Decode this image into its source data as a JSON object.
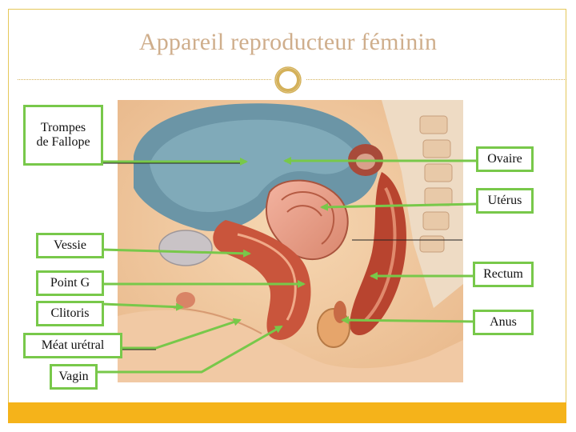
{
  "slide": {
    "title": "Appareil reproducteur féminin"
  },
  "labels": {
    "trompes": "Trompes\nde Fallope",
    "ovaire": "Ovaire",
    "uterus": "Utérus",
    "vessie": "Vessie",
    "point_g": "Point G",
    "rectum": "Rectum",
    "clitoris": "Clitoris",
    "anus": "Anus",
    "meat": "Méat urétral",
    "vagin": "Vagin"
  },
  "colors": {
    "accent": "#78c84a",
    "title": "#cfae8c",
    "rule": "#d4b15a",
    "footer": "#f5b31a"
  }
}
